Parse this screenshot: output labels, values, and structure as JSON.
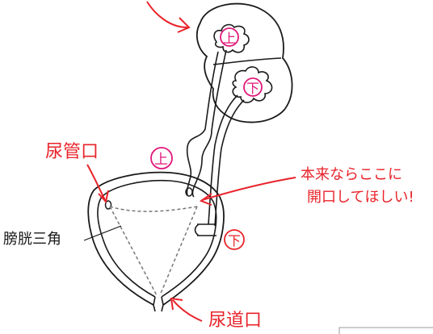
{
  "labels": {
    "urethra_opening": "尿道口",
    "ureter_opening": "尿管口",
    "trigone": "膀胱三角",
    "upper_mark_kidney": "上",
    "upper_mark_ureter": "上",
    "lower_mark_kidney": "下",
    "lower_mark_ureter": "下",
    "note_line1": "本来ならここに",
    "note_line2": "開口してほしい!"
  },
  "colors": {
    "red_annotation": "#e8232a",
    "pink_annotation": "#e0187a",
    "outline": "#1a1a1a",
    "dashed": "#777777"
  }
}
